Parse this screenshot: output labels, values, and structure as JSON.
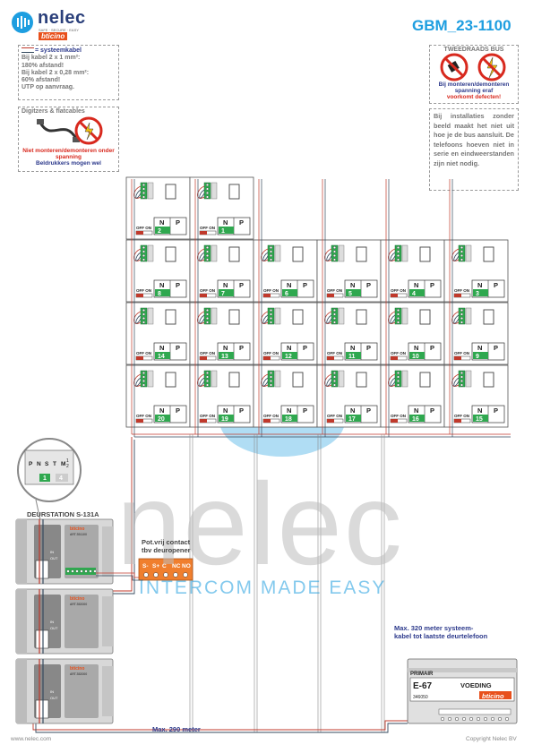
{
  "header": {
    "logo_word": "nelec",
    "logo_tagline": "SAFE · SECURE · EASY",
    "logo_brand": "bticino",
    "doc_id": "GBM_23-1100"
  },
  "cable_note": {
    "title": "= systeemkabel",
    "lines": [
      "Bij kabel 2 x 1 mm²:",
      "180% afstand!",
      "Bij kabel 2 x 0,28 mm²:",
      "60% afstand!",
      "UTP op aanvraag."
    ]
  },
  "digitizer_note": {
    "title": "Digitzers & flatcables",
    "warning": "Niet monteren/demonteren onder spanning",
    "warning2": "Beldrukkers mogen wel"
  },
  "two_wire_note": {
    "title": "TWEEDRAADS BUS",
    "warning": "Bij monteren/demonteren spanning eraf",
    "warning2": "voorkomt defecten!"
  },
  "install_note": {
    "text": "Bij installaties zonder beeld maakt het niet uit hoe je de bus aansluit. De telefoons hoeven niet in serie en eindweerstanden zijn niet nodig."
  },
  "phone_labels": {
    "n": "N",
    "p": "P",
    "switch": "OFF ON"
  },
  "phones": {
    "row1": [
      "2",
      "1"
    ],
    "row2": [
      "8",
      "7",
      "6",
      "5",
      "4",
      "3"
    ],
    "row3": [
      "14",
      "13",
      "12",
      "11",
      "10",
      "9"
    ],
    "row4": [
      "20",
      "19",
      "18",
      "17",
      "16",
      "15"
    ]
  },
  "dip_switch": {
    "labels": [
      "P",
      "N",
      "S",
      "T",
      "M"
    ],
    "mid_labels": [
      "1",
      "2"
    ],
    "value_left": "1",
    "value_right": "4"
  },
  "door_station": {
    "title": "DEURSTATION S-131A",
    "brand": "bticino",
    "module_codes": [
      "ART.351100",
      "ART.352000",
      "ART.352000"
    ],
    "in": "IN",
    "out": "OUT"
  },
  "relay": {
    "title1": "Pot.vrij contact",
    "title2": "tbv deuropener",
    "terminals": [
      "S-",
      "S+",
      "C",
      "NC",
      "NO"
    ]
  },
  "watermark": {
    "word": "nelec",
    "tagline": "INTERCOM MADE EASY"
  },
  "distances": {
    "max_290": "Max. 290 meter",
    "max_320_1": "Max. 320 meter systeem-",
    "max_320_2": "kabel tot laatste deurtelefoon"
  },
  "power_supply": {
    "primair": "PRIMAIR",
    "code": "E-67",
    "voeding": "VOEDING",
    "part": "346050",
    "brand": "bticino"
  },
  "footer": {
    "url": "www.nelec.com",
    "copyright": "Copyright Nelec BV"
  },
  "colors": {
    "bus_red": "#c0392b",
    "bus_blue": "#34495e",
    "green": "#2fa84f",
    "orange": "#f07f2e",
    "brand_blue": "#1e9ee0"
  }
}
